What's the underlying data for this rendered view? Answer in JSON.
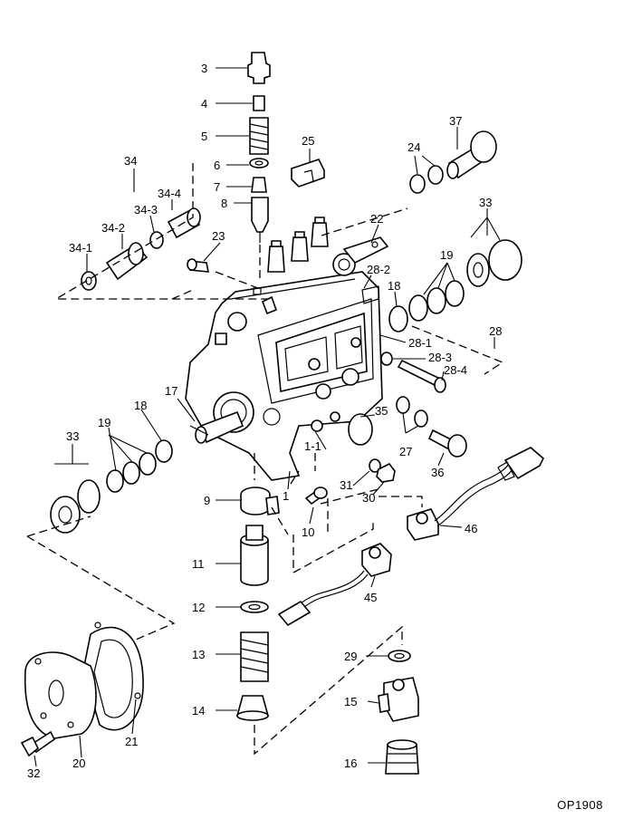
{
  "drawing_code": "OP1908",
  "callouts": [
    {
      "id": "c3",
      "text": "3"
    },
    {
      "id": "c4",
      "text": "4"
    },
    {
      "id": "c5",
      "text": "5"
    },
    {
      "id": "c6",
      "text": "6"
    },
    {
      "id": "c7",
      "text": "7"
    },
    {
      "id": "c8",
      "text": "8"
    },
    {
      "id": "c34",
      "text": "34"
    },
    {
      "id": "c34_4",
      "text": "34-4"
    },
    {
      "id": "c34_3",
      "text": "34-3"
    },
    {
      "id": "c34_2",
      "text": "34-2"
    },
    {
      "id": "c34_1",
      "text": "34-1"
    },
    {
      "id": "c23",
      "text": "23"
    },
    {
      "id": "c25",
      "text": "25"
    },
    {
      "id": "c24",
      "text": "24"
    },
    {
      "id": "c37",
      "text": "37"
    },
    {
      "id": "c22",
      "text": "22"
    },
    {
      "id": "c33a",
      "text": "33"
    },
    {
      "id": "c19a",
      "text": "19"
    },
    {
      "id": "c28_2",
      "text": "28-2"
    },
    {
      "id": "c18a",
      "text": "18"
    },
    {
      "id": "c28",
      "text": "28"
    },
    {
      "id": "c28_1",
      "text": "28-1"
    },
    {
      "id": "c28_3",
      "text": "28-3"
    },
    {
      "id": "c28_4",
      "text": "28-4"
    },
    {
      "id": "c17",
      "text": "17"
    },
    {
      "id": "c18b",
      "text": "18"
    },
    {
      "id": "c19b",
      "text": "19"
    },
    {
      "id": "c33b",
      "text": "33"
    },
    {
      "id": "c35",
      "text": "35"
    },
    {
      "id": "c27",
      "text": "27"
    },
    {
      "id": "c1_1",
      "text": "1-1"
    },
    {
      "id": "c36",
      "text": "36"
    },
    {
      "id": "c31",
      "text": "31"
    },
    {
      "id": "c30",
      "text": "30"
    },
    {
      "id": "c1",
      "text": "1"
    },
    {
      "id": "c9",
      "text": "9"
    },
    {
      "id": "c10",
      "text": "10"
    },
    {
      "id": "c46",
      "text": "46"
    },
    {
      "id": "c11",
      "text": "11"
    },
    {
      "id": "c45",
      "text": "45"
    },
    {
      "id": "c12",
      "text": "12"
    },
    {
      "id": "c13",
      "text": "13"
    },
    {
      "id": "c29",
      "text": "29"
    },
    {
      "id": "c14",
      "text": "14"
    },
    {
      "id": "c15",
      "text": "15"
    },
    {
      "id": "c21",
      "text": "21"
    },
    {
      "id": "c20",
      "text": "20"
    },
    {
      "id": "c32",
      "text": "32"
    },
    {
      "id": "c16",
      "text": "16"
    }
  ]
}
